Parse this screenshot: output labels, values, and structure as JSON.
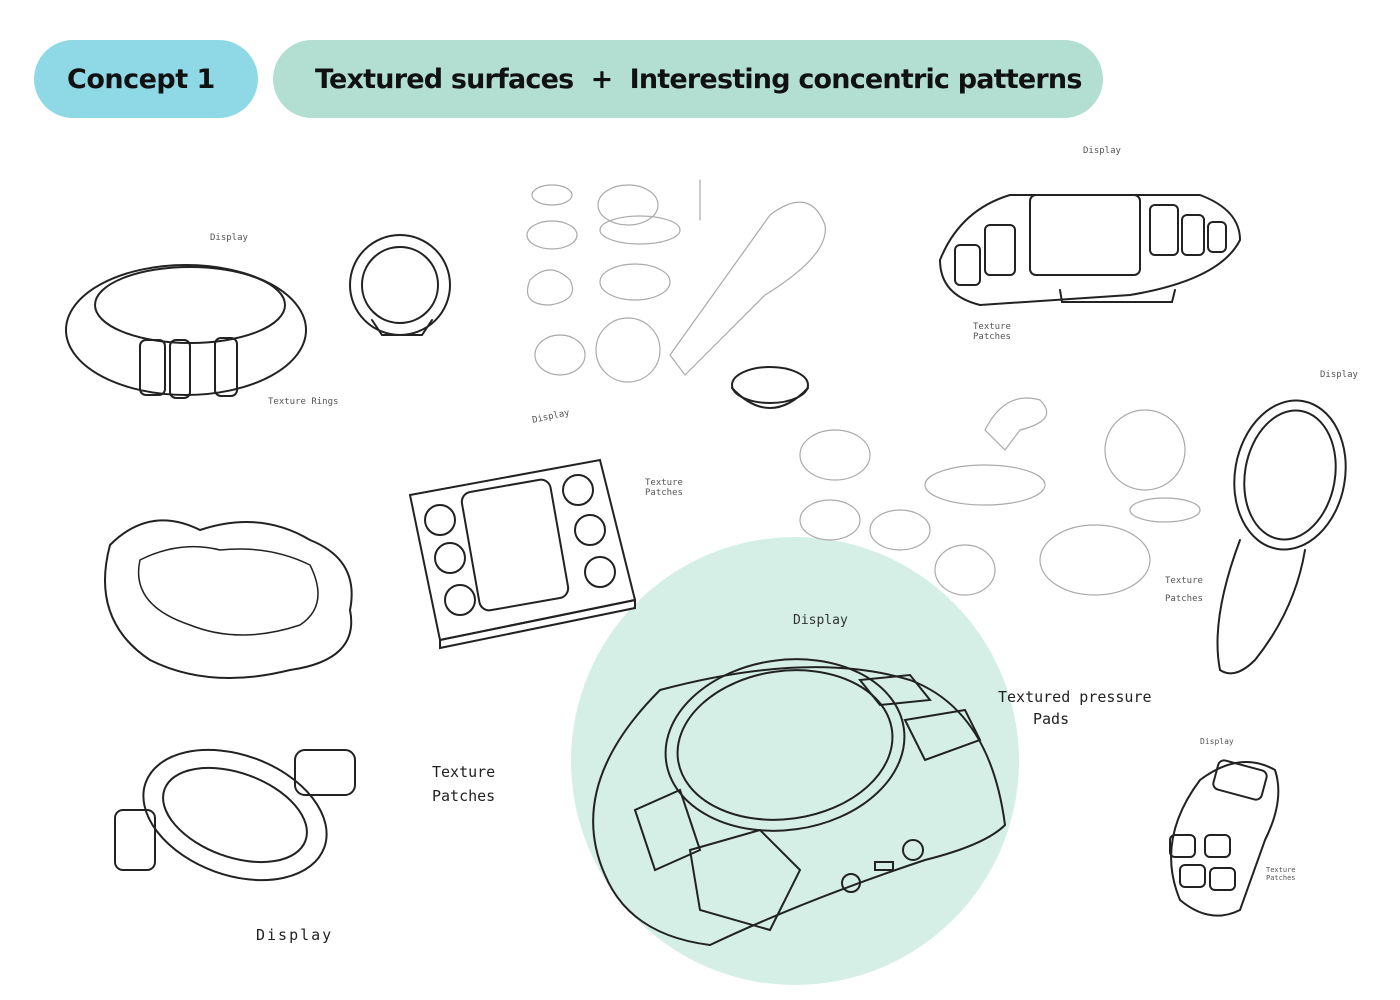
{
  "header": {
    "concept_label": "Concept 1",
    "theme_label": "Textured surfaces  +  Interesting concentric patterns"
  },
  "colors": {
    "concept_pill": "#8fd9e6",
    "theme_pill": "#b2dfd2",
    "highlight_circle": "#d5efe7"
  },
  "sketches": {
    "bracelet": {
      "display": "Display",
      "rings": "Texture Rings"
    },
    "tray": {
      "display": "Display",
      "patches": "Texture Patches"
    },
    "hexagon": {
      "display": "Display",
      "patches": "Texture Patches"
    },
    "oval": {
      "display": "Display",
      "patches": "Texture Patches"
    },
    "hub": {
      "display": "Display",
      "patches": "Texture Patches"
    },
    "featured": {
      "display": "Display",
      "pads": "Textured pressure",
      "pads2": "Pads"
    },
    "remote": {
      "display": "Display",
      "patches": "Texture Patches"
    }
  }
}
